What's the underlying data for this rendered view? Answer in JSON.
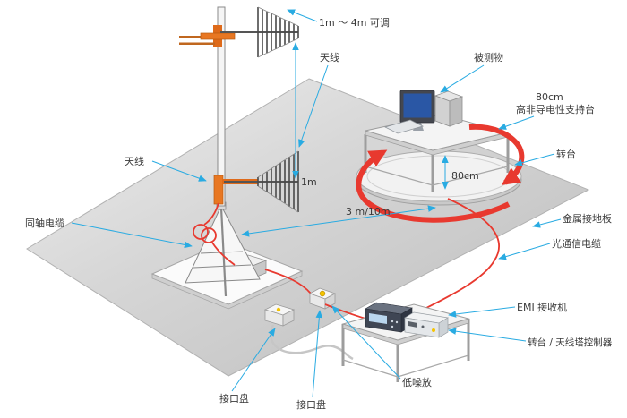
{
  "labels": {
    "mast_adjustable": "1m ～ 4m 可调",
    "antenna_top": "天线",
    "antenna_left": "天线",
    "coax_cable": "同轴电缆",
    "eut": "被测物",
    "support_height": "80cm",
    "support_table": "高非导电性支持台",
    "turntable": "转台",
    "turntable_height": "80cm",
    "antenna_spacing": "1m",
    "measure_distance": "3 m/10m",
    "ground_plane": "金属接地板",
    "optical_cable": "光通信电缆",
    "emi_receiver": "EMI 接收机",
    "controller": "转台 / 天线塔控制器",
    "lna": "低噪放",
    "interface_panel_left": "接口盘",
    "interface_panel_right": "接口盘"
  },
  "colors": {
    "leader_blue": "#29ABE2",
    "cable_red": "#E8392F",
    "mount_orange": "#E87722",
    "connector_yellow": "#F5C400",
    "ground_plane_gray": "#D2D2D2",
    "screen_blue": "#2A57A5"
  }
}
